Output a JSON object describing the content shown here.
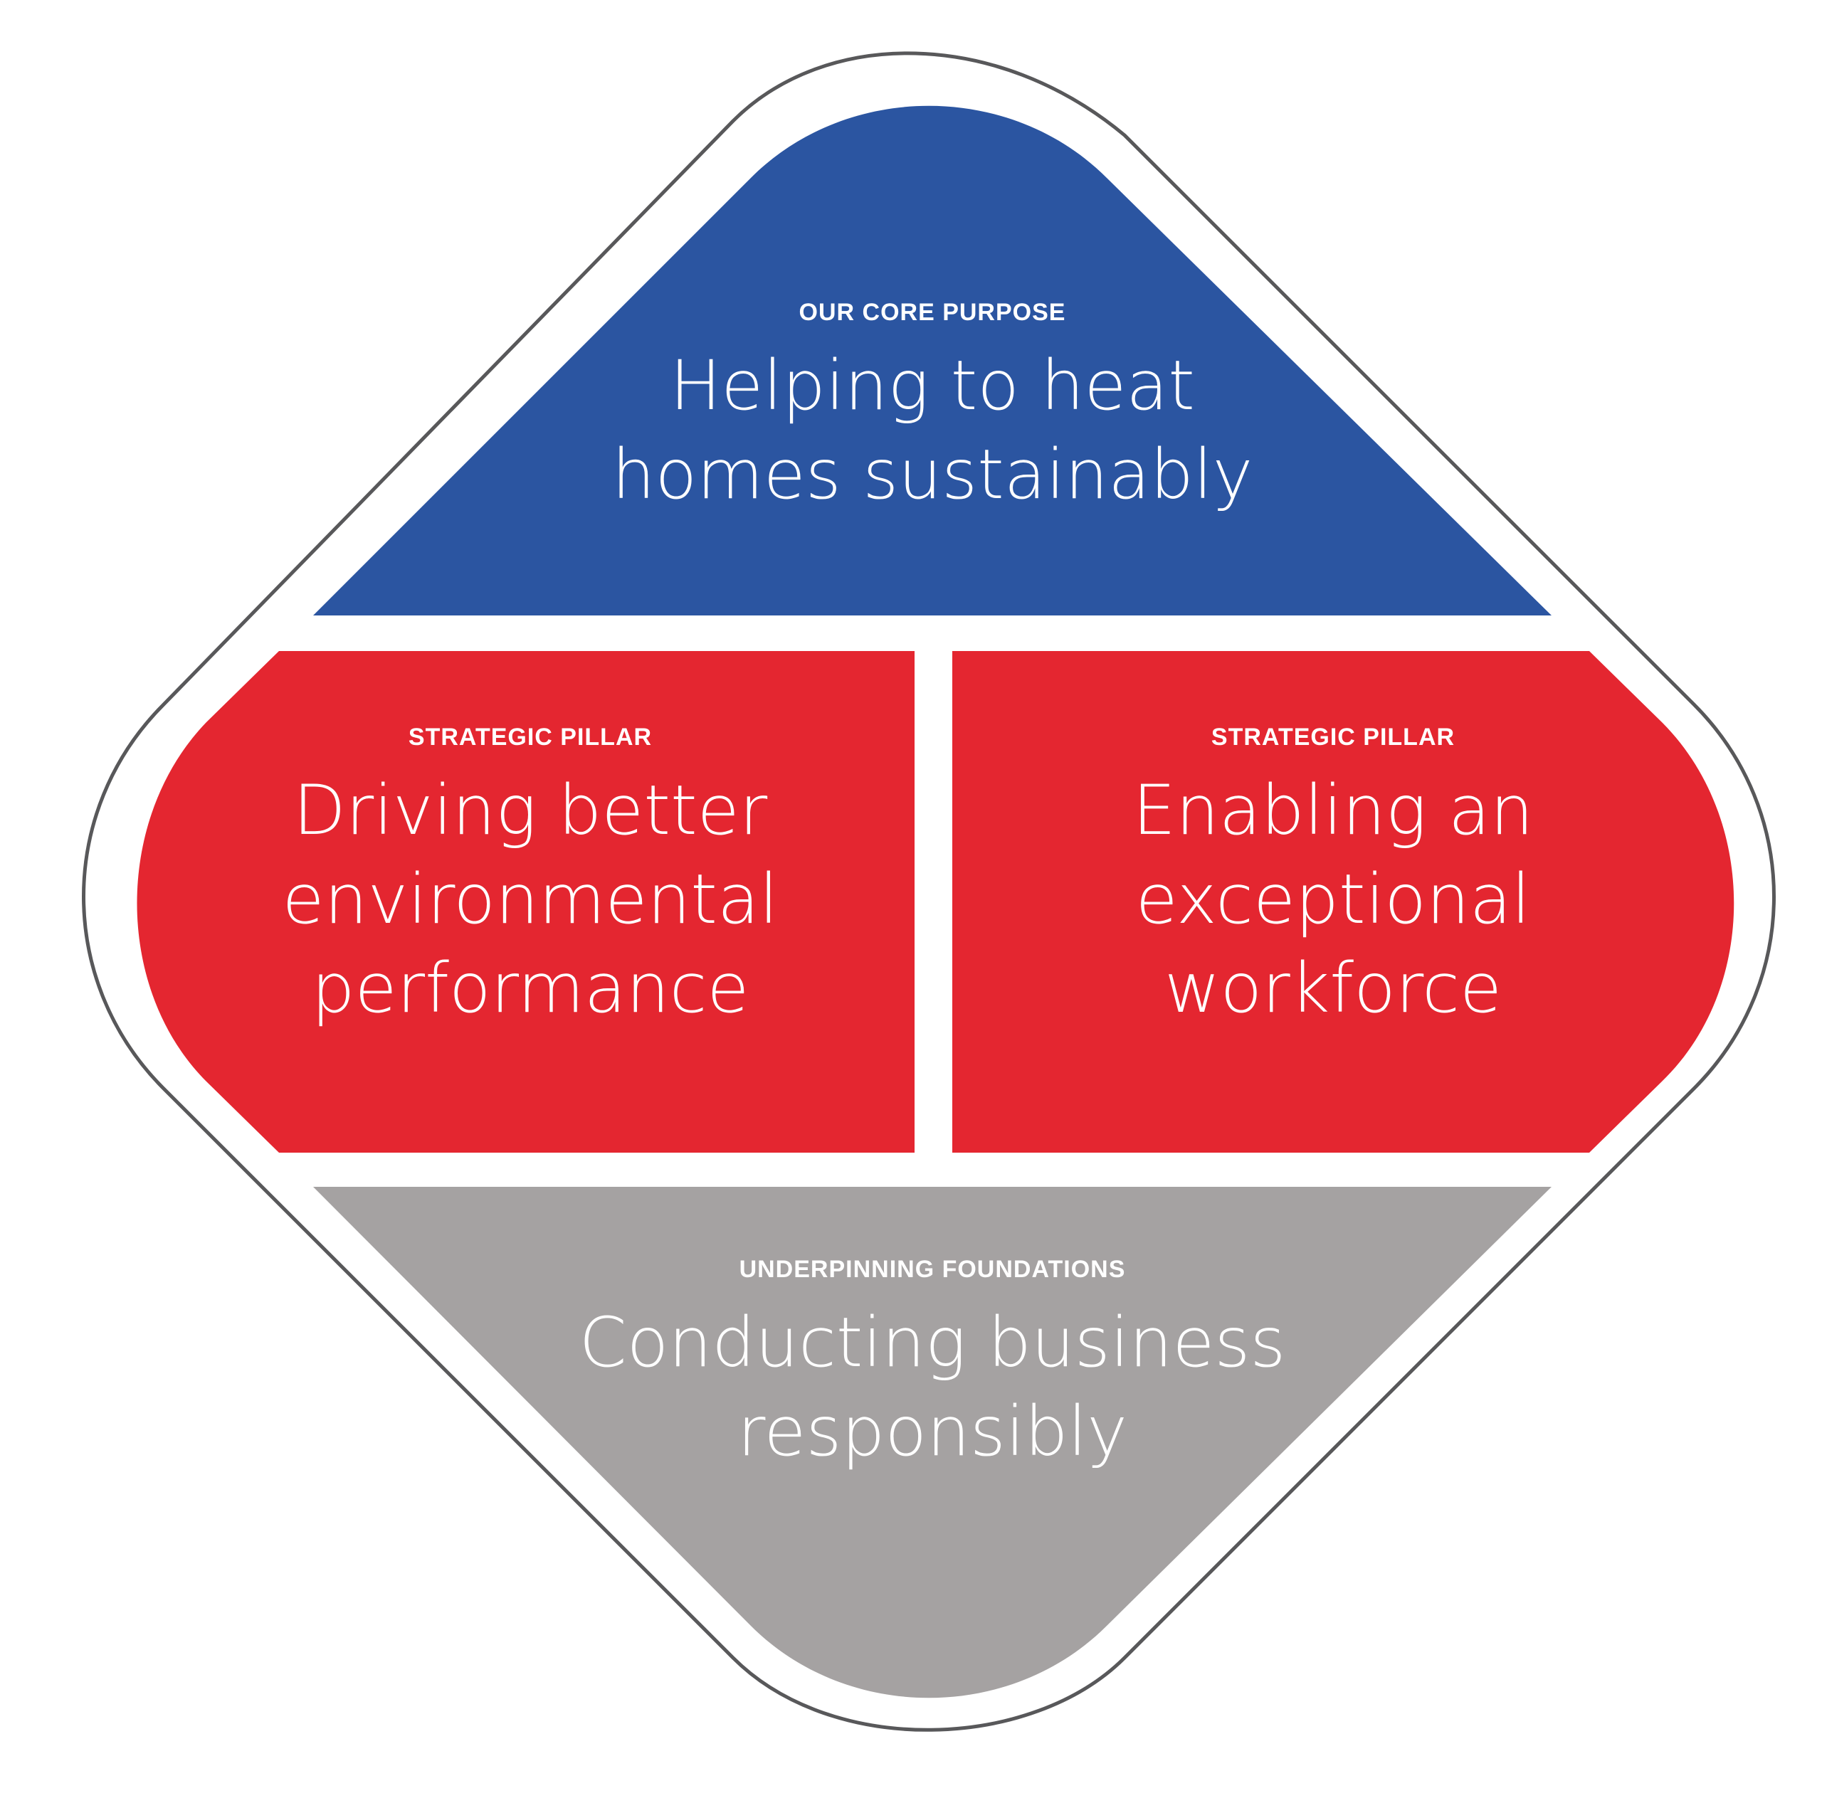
{
  "colors": {
    "core_purpose": "#2b55a1",
    "strategic_pillar": "#e42630",
    "foundations": "#a5a2a2",
    "outline": "#58585a",
    "text": "#ffffff"
  },
  "core_purpose": {
    "kicker": "OUR CORE PURPOSE",
    "headline_lines": [
      "Helping to heat",
      "homes sustainably"
    ]
  },
  "pillar_left": {
    "kicker": "STRATEGIC PILLAR",
    "headline_lines": [
      "Driving better",
      "environmental",
      "performance"
    ]
  },
  "pillar_right": {
    "kicker": "STRATEGIC PILLAR",
    "headline_lines": [
      "Enabling an",
      "exceptional",
      "workforce"
    ]
  },
  "foundations": {
    "kicker": "UNDERPINNING FOUNDATIONS",
    "headline_lines": [
      "Conducting business",
      "responsibly"
    ]
  }
}
